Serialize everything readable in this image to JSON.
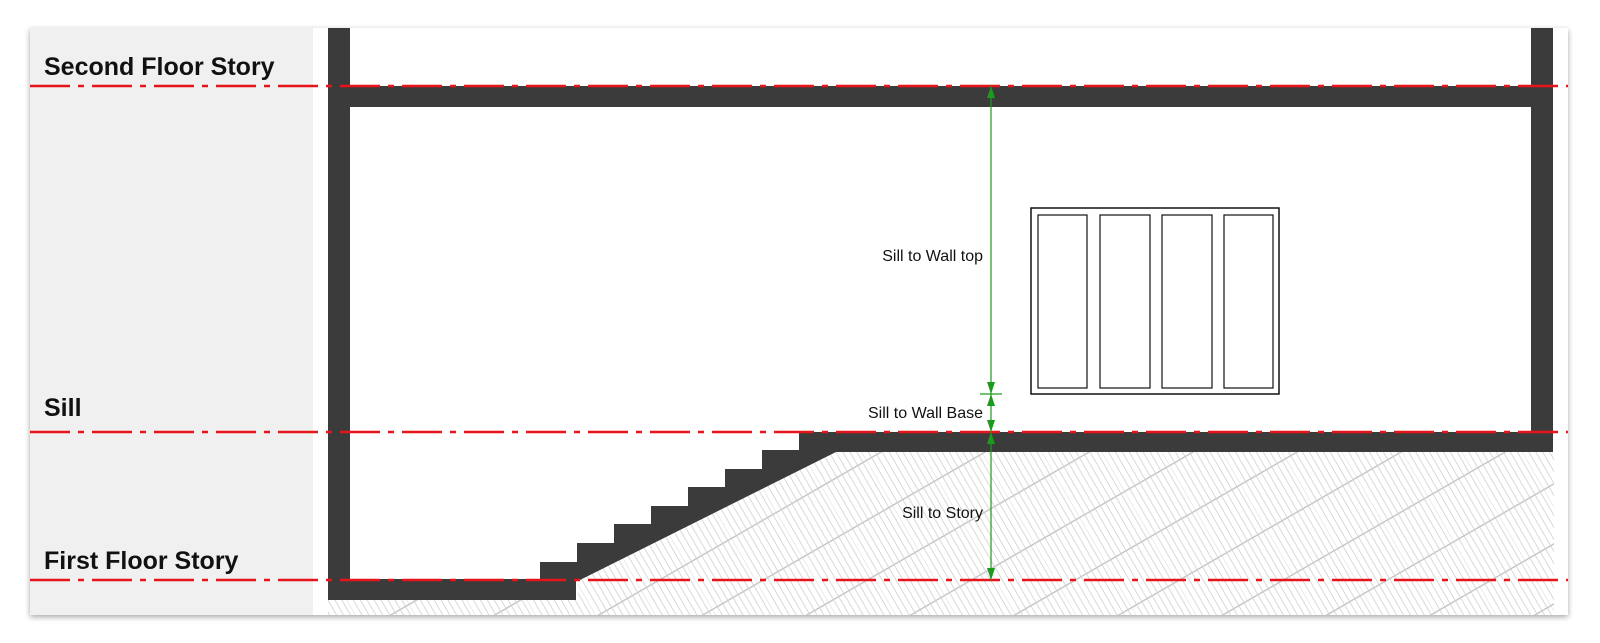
{
  "levels": {
    "second_floor": "Second Floor Story",
    "sill": "Sill",
    "first_floor": "First Floor Story"
  },
  "dimensions": {
    "sill_to_wall_top": "Sill to Wall top",
    "sill_to_wall_base": "Sill to Wall Base",
    "sill_to_story": "Sill to Story"
  },
  "colors": {
    "level_line": "#e8141c",
    "dimension": "#1d9a1d",
    "wall": "#3b3b3b",
    "side_panel": "#f0f0f0",
    "hatch": "#c9c9c9"
  }
}
